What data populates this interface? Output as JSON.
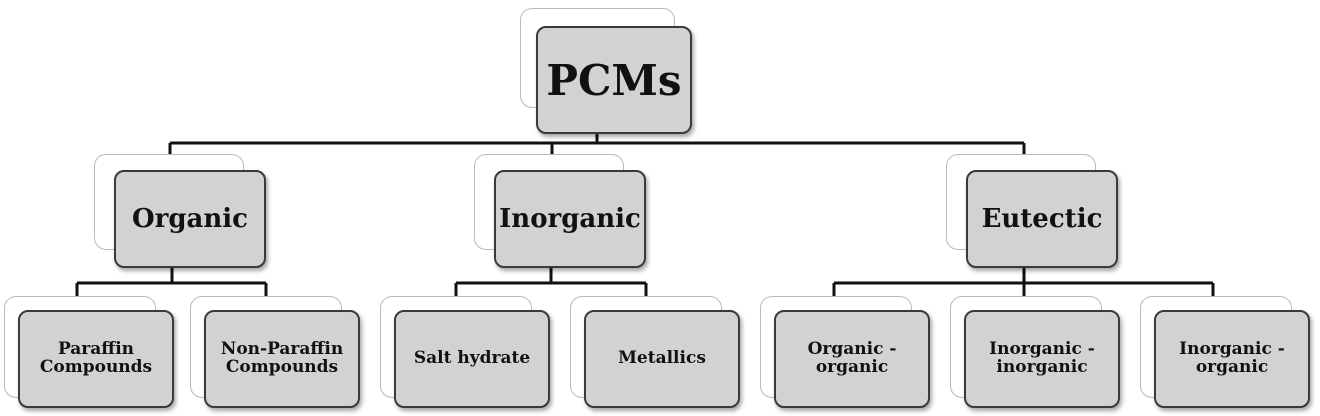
{
  "diagram": {
    "root": {
      "label": "PCMs"
    },
    "categories": [
      {
        "label": "Organic"
      },
      {
        "label": "Inorganic"
      },
      {
        "label": "Eutectic"
      }
    ],
    "leaves": [
      {
        "label": "Paraffin\nCompounds"
      },
      {
        "label": "Non-Paraffin\nCompounds"
      },
      {
        "label": "Salt hydrate"
      },
      {
        "label": "Metallics"
      },
      {
        "label": "Organic -\norganic"
      },
      {
        "label": "Inorganic -\ninorganic"
      },
      {
        "label": "Inorganic -\norganic"
      }
    ],
    "colors": {
      "box_fill": "#d2d2d2",
      "box_border": "#3a3a3a",
      "connector": "#111111",
      "back_card": "#ffffff"
    }
  }
}
